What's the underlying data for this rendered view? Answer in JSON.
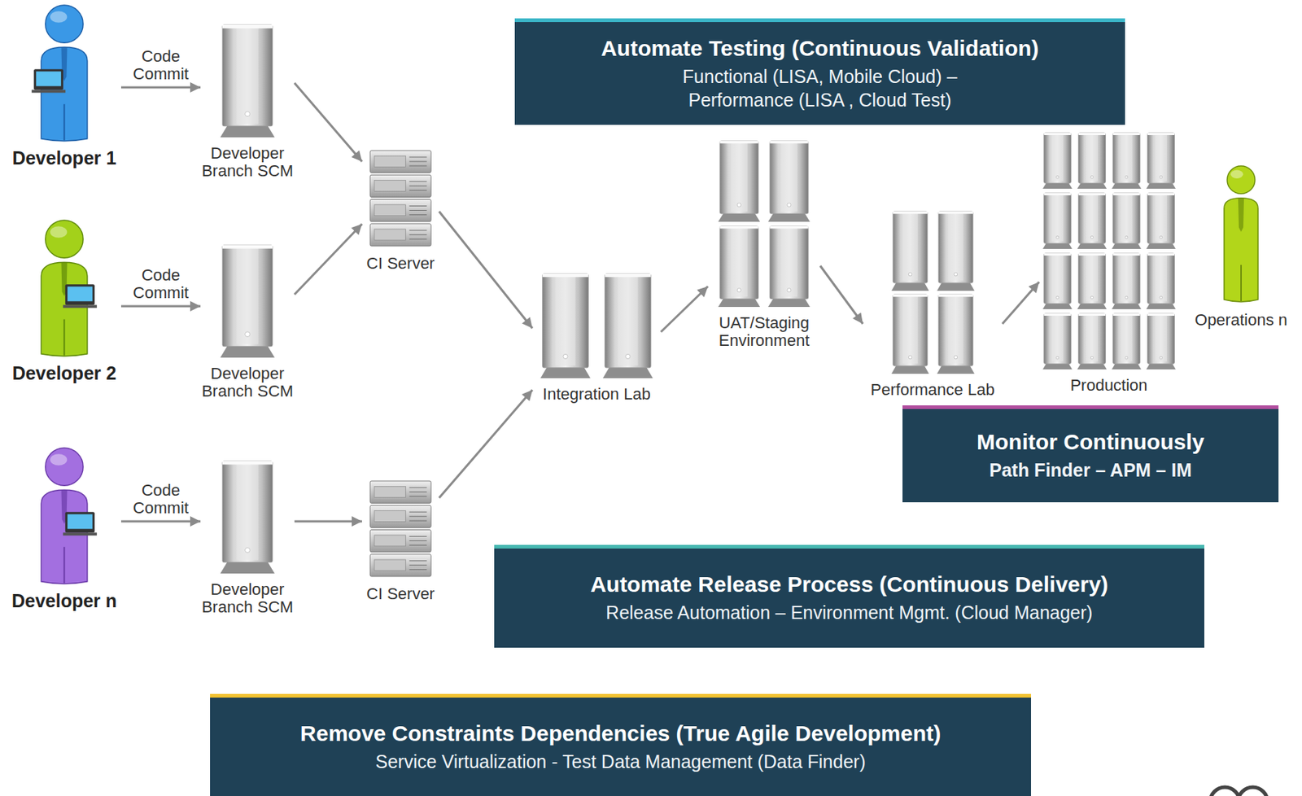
{
  "diagram": {
    "nodes": [
      {
        "text": [
          "Developer 1"
        ]
      },
      {
        "text": [
          "Developer Branch SCM"
        ]
      },
      {
        "text": [
          "CI Server"
        ]
      },
      {
        "text": [
          "Developer 2"
        ]
      },
      {
        "text": [
          "Developer Branch SCM"
        ]
      },
      {
        "text": [
          "Developer n"
        ]
      },
      {
        "text": [
          "Developer Branch SCM"
        ]
      },
      {
        "text": [
          "CI Server"
        ]
      },
      {
        "text": [
          "Integration Lab"
        ]
      },
      {
        "text": [
          "UAT/Staging Environment"
        ]
      },
      {
        "text": [
          "Performance Lab"
        ]
      },
      {
        "text": [
          "Production"
        ]
      },
      {
        "text": [
          "Operations n"
        ]
      },
      {
        "text": [
          "Automate Testing (Continuous Validation)",
          "Functional (LISA, Mobile Cloud) – Performance (LISA , Cloud Test)"
        ]
      },
      {
        "text": [
          "Monitor Continuously",
          "Path Finder – APM – IM"
        ]
      },
      {
        "text": [
          "Automate Release Process (Continuous Delivery)",
          "Release Automation – Environment Mgmt. (Cloud Manager)"
        ]
      },
      {
        "text": [
          "Remove Constraints Dependencies (True Agile Development)",
          "Service Virtualization - Test Data Management (Data Finder)"
        ]
      }
    ],
    "edges": [
      {
        "from": 0,
        "to": 1,
        "label": "Code Commit",
        "arrow": "to"
      },
      {
        "from": 1,
        "to": 2,
        "arrow": "to"
      },
      {
        "from": 3,
        "to": 4,
        "label": "Code Commit",
        "arrow": "to"
      },
      {
        "from": 4,
        "to": 2,
        "arrow": "to"
      },
      {
        "from": 5,
        "to": 6,
        "label": "Code Commit",
        "arrow": "to"
      },
      {
        "from": 6,
        "to": 7,
        "arrow": "to"
      },
      {
        "from": 2,
        "to": 8,
        "arrow": "to"
      },
      {
        "from": 7,
        "to": 8,
        "arrow": "to"
      },
      {
        "from": 8,
        "to": 9,
        "arrow": "to"
      },
      {
        "from": 9,
        "to": 10,
        "arrow": "to"
      },
      {
        "from": 10,
        "to": 11,
        "arrow": "to"
      }
    ]
  }
}
